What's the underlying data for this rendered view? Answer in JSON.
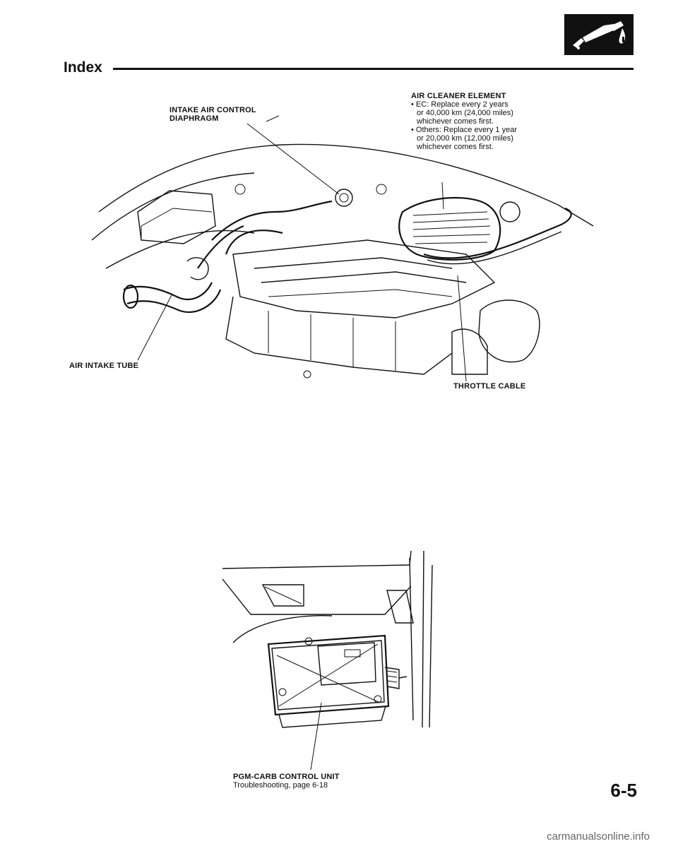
{
  "header": {
    "title": "Index"
  },
  "corner_icon": {
    "icon": "fuel-nozzle-icon"
  },
  "figure_engine": {
    "labels": {
      "intake_air_control_line1": "INTAKE AIR CONTROL",
      "intake_air_control_line2": "DIAPHRAGM",
      "air_cleaner_title": "AIR CLEANER ELEMENT",
      "air_cleaner_notes": [
        "• EC: Replace every 2 years",
        "or 40,000 km (24,000 miles)",
        "whichever comes first.",
        "• Others: Replace every 1 year",
        "or 20,000 km (12,000 miles)",
        "whichever comes first."
      ],
      "air_intake_tube": "AIR INTAKE TUBE",
      "throttle_cable": "THROTTLE CABLE"
    }
  },
  "figure_dash": {
    "labels": {
      "pgm_carb_title": "PGM-CARB CONTROL UNIT",
      "pgm_carb_note": "Troubleshooting, page 6-18"
    }
  },
  "page_number": "6-5",
  "watermark": "carmanualsonline.info"
}
